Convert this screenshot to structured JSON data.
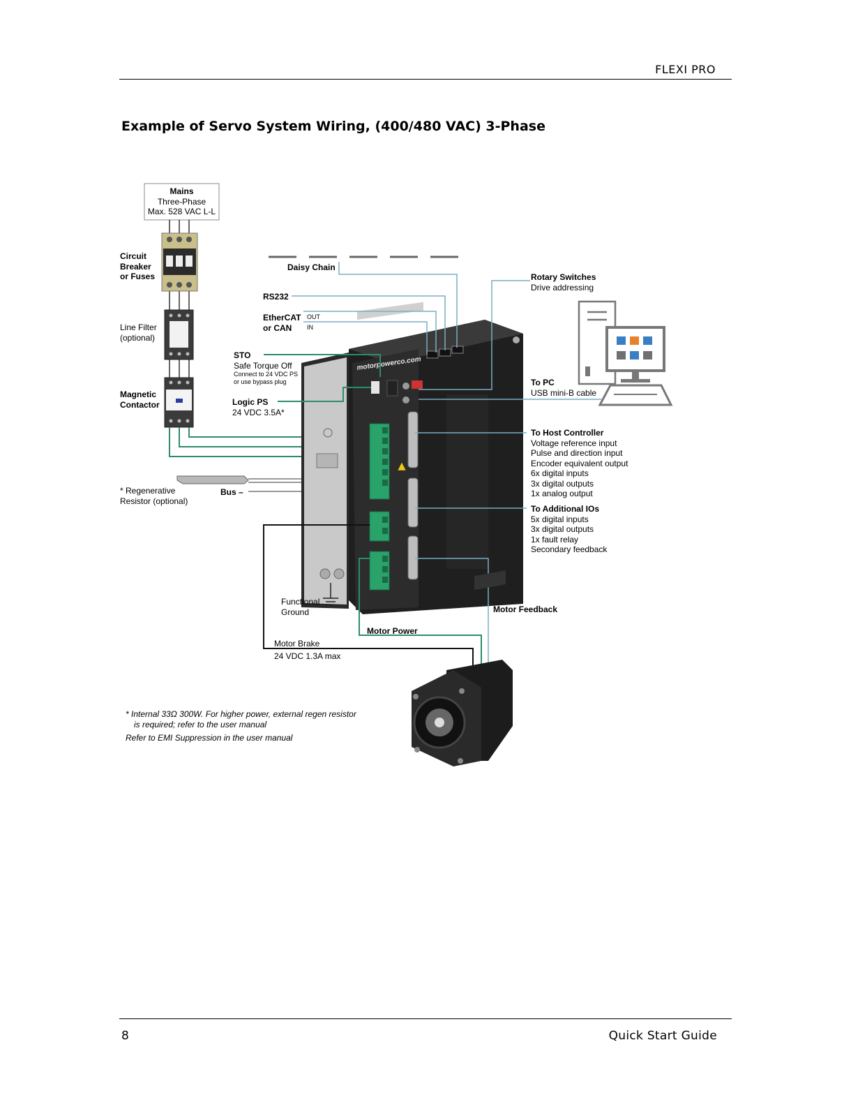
{
  "header": {
    "product": "FLEXI PRO"
  },
  "page": {
    "title": "Example of Servo System Wiring, (400/480 VAC) 3-Phase"
  },
  "footer": {
    "page_number": "8",
    "doc_name": "Quick Start Guide"
  },
  "diagram": {
    "mains": {
      "title": "Mains",
      "line1": "Three-Phase",
      "line2": "Max. 528 VAC L-L"
    },
    "breaker": {
      "line1": "Circuit",
      "line2": "Breaker",
      "line3": "or Fuses"
    },
    "line_filter": {
      "line1": "Line Filter",
      "line2": "(optional)"
    },
    "contactor": {
      "line1": "Magnetic",
      "line2": "Contactor"
    },
    "daisy_chain": "Daisy Chain",
    "rs232": "RS232",
    "ethercat": {
      "line1": "EtherCAT",
      "line2": "or CAN",
      "out": "OUT",
      "in": "IN"
    },
    "sto": {
      "title": "STO",
      "line1": "Safe Torque Off",
      "line2": "Connect to 24 VDC PS",
      "line3": "or use bypass plug"
    },
    "logic_ps": {
      "title": "Logic PS",
      "line1": "24 VDC 3.5A*"
    },
    "regen": {
      "line1": "* Regenerative",
      "line2": "Resistor (optional)"
    },
    "bus": "Bus –",
    "functional_ground": {
      "line1": "Functional",
      "line2": "Ground"
    },
    "motor_power": "Motor Power",
    "motor_brake": {
      "line1": "Motor Brake",
      "line2": "24 VDC 1.3A max"
    },
    "motor_feedback": "Motor Feedback",
    "rotary": {
      "title": "Rotary Switches",
      "line1": "Drive addressing"
    },
    "to_pc": {
      "title": "To PC",
      "line1": "USB mini-B cable"
    },
    "host": {
      "title": "To Host Controller",
      "items": [
        "Voltage reference input",
        "Pulse and direction input",
        "Encoder equivalent output",
        "6x digital inputs",
        "3x digital outputs",
        "1x analog output"
      ]
    },
    "ios": {
      "title": "To Additional IOs",
      "items": [
        "5x digital inputs",
        "3x digital outputs",
        "1x fault relay",
        "Secondary feedback"
      ]
    },
    "brand": "motorpowerco.com",
    "notes": {
      "line1": "*  Internal 33Ω  300W. For higher power, external regen resistor",
      "line2": "is required; refer to the user manual",
      "line3": "Refer to EMI Suppression in the user manual"
    },
    "colors": {
      "wire_green": "#2e8b6e",
      "wire_blue": "#7aaec2",
      "pc_blue": "#3a7fc4",
      "pc_orange": "#e8822a",
      "pc_gray": "#707070"
    }
  }
}
